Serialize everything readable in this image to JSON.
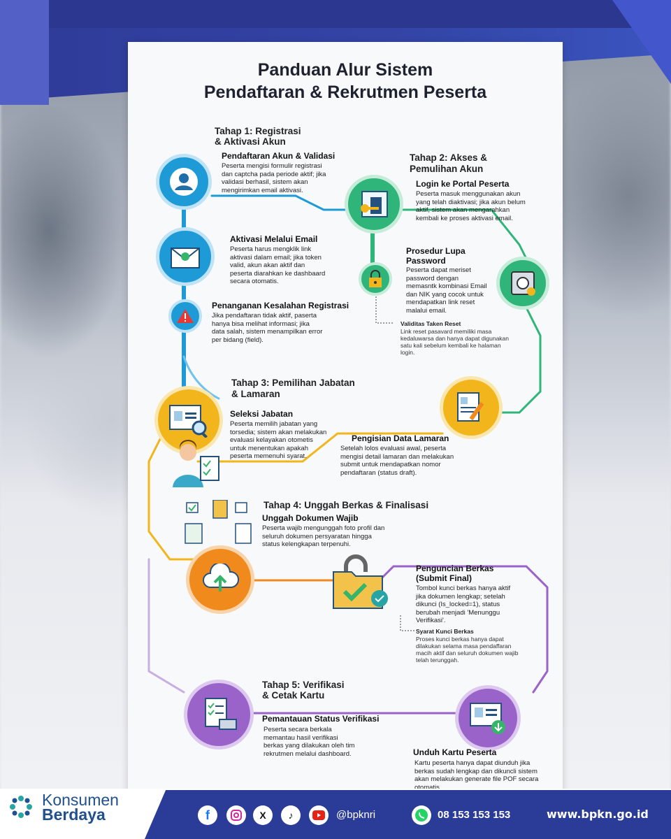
{
  "title": {
    "line1": "Panduan Alur Sistem",
    "line2": "Pendaftaran & Rekrutmen Peserta"
  },
  "stage1": {
    "heading_line1": "Tahap 1: Registrasi",
    "heading_line2": "& Aktivasi Akun",
    "step1_title": "Pendaftaran Akun & Validasi",
    "step1_text": [
      "Peserta mengisi formulir registrasi",
      "dan captcha pada periode aktif; jika",
      "validasi berhasil, sistem akan",
      "mengirimkan email aktivasi."
    ],
    "step2_title": "Aktivasi Melalui Email",
    "step2_text": [
      "Peserta harus mengklik link",
      "aktivasi dalam email; jika token",
      "valid, akun akan aktif dan",
      "peserta diarahkan ke dashbaard",
      "secara otomatis."
    ],
    "step3_title": "Penanganan Kesalahan Registrasi",
    "step3_text": [
      "Jika pendaftaran tidak aktif, paserta",
      "hanya bisa melihat informasi; jika",
      "data salah, sistem menampilkan error",
      "per bidang (field)."
    ]
  },
  "stage2": {
    "heading_line1": "Tahap 2: Akses &",
    "heading_line2": "Pemulihan Akun",
    "step1_title": "Login ke Portal Peserta",
    "step1_text": [
      "Peserta masuk menggunakan akun",
      "yang telah diaktivasi; jika akun belum",
      "aktif, sistem akan mengarahkan",
      "kembali ke proses aktivasi email."
    ],
    "step2_title_line1": "Prosedur Lupa",
    "step2_title_line2": "Password",
    "step2_text": [
      "Peserta dapat meriset",
      "password dengan",
      "memasntk kombinasi Email",
      "dan NIK yang cocok untuk",
      "mendapatkan link reset",
      "malalui email."
    ],
    "note_title": "Validitas Taken Reset",
    "note_text": [
      "Link reset pasavard memiliki masa",
      "kedaluwarsa dan hanya dapat digunakan",
      "satu kali sebelum kembali ke halaman",
      "login."
    ]
  },
  "stage3": {
    "heading_line1": "Tahap 3: Pemilihan Jabatan",
    "heading_line2": "& Lamaran",
    "step1_title": "Seleksi Jabatan",
    "step1_text": [
      "Peserta memilih jabatan yang",
      "torsedia; sistem akan melakukan",
      "evaluasi kelayakan otometis",
      "untuk menentukan apakah",
      "peserta memenuhi syarat."
    ],
    "step2_title": "Pengisian Data Lamaran",
    "step2_text": [
      "Setelah lolos evaluasi awal, peserta",
      "mengisi detail lamaran dan melakukan",
      "submit untuk mendapatkan nomor",
      "pendaftaran (status draft)."
    ]
  },
  "stage4": {
    "heading": "Tahap 4: Unggah Berkas & Finalisasi",
    "step1_title": "Unggah Dokumen Wajib",
    "step1_text": [
      "Peserta wajib mengunggah foto profil dan",
      "seluruh dokumen persyaratan hingga",
      "status kelengkapan terpenuhi."
    ],
    "step2_title_line1": "Penguncian Berkas",
    "step2_title_line2": "(Submit Final)",
    "step2_text": [
      "Tombol kunci berkas hanya aktif",
      "jika dokumen lengkap; setelah",
      "dikunci (Is_locked=1), status",
      "berubah menjadi 'Menunggu",
      "Verifikasi'."
    ],
    "note_title": "Syarat Kunci Berkas",
    "note_text": [
      "Proses kunci berkas hanya dapat",
      "dilakukan selama masa pendaffaran",
      "macih aktif dan seluruh dokumen wajib",
      "telah terunggah."
    ]
  },
  "stage5": {
    "heading_line1": "Tahap 5: Verifikasi",
    "heading_line2": "& Cetak Kartu",
    "step1_title": "Pemantauan Status Verifikasi",
    "step1_text": [
      "Peserta secara berkala",
      "memantau hasil verifikasi",
      "berkas yang dilakukan oleh tim",
      "rekrutmen melalui dashboard."
    ],
    "step2_title": "Unduh Kartu Peserta",
    "step2_text": [
      "Kartu peserta hanya dapat diunduh jika",
      "berkas sudah lengkap dan dikuncli sistem",
      "akan melakukan generate file POF secara",
      "otomatis."
    ]
  },
  "footer": {
    "brand_line1": "Konsumen",
    "brand_line2": "Berdaya",
    "social_handle": "@bpknri",
    "phone": "08 153 153 153",
    "website": "www.bpkn.go.id"
  },
  "colors": {
    "stage1": "#1e9bd7",
    "stage2": "#2fb57a",
    "stage3": "#f2b51c",
    "stage4": "#f08a1c",
    "stage5": "#9a63c9",
    "brand_blue": "#2b3b98"
  },
  "icons": [
    "user-icon",
    "email-link-icon",
    "warning-icon",
    "key-door-icon",
    "lock-question-icon",
    "safe-icon",
    "form-pen-icon",
    "profile-search-icon",
    "person-checklist-icon",
    "cloud-upload-icon",
    "folder-lock-icon",
    "checklist-printer-icon",
    "id-card-download-icon",
    "facebook-icon",
    "instagram-icon",
    "x-icon",
    "tiktok-icon",
    "youtube-icon",
    "whatsapp-icon"
  ]
}
